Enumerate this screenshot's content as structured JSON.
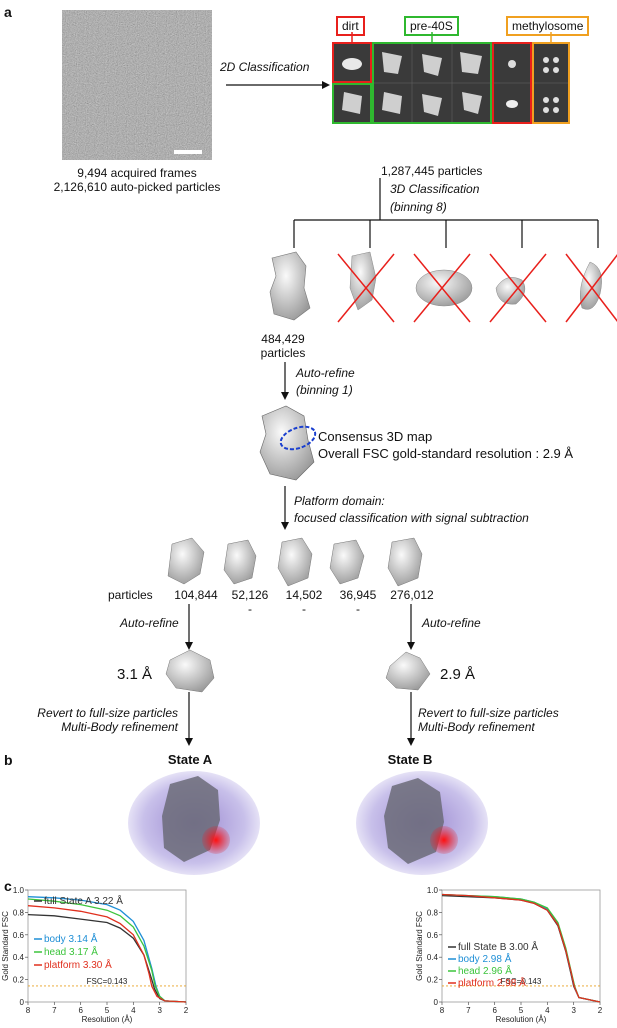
{
  "panels": {
    "a": "a",
    "b": "b",
    "c": "c"
  },
  "micrograph": {
    "line1": "9,494 acquired frames",
    "line2": "2,126,610 auto-picked particles"
  },
  "classification_2d": {
    "label": "2D Classification",
    "boxes": {
      "dirt": "dirt",
      "pre40s": "pre-40S",
      "methylosome": "methylosome"
    },
    "colors": {
      "dirt": "#e8201c",
      "pre40s": "#2fb82f",
      "methylosome": "#f0a020"
    }
  },
  "classification_3d": {
    "particles": "1,287,445 particles",
    "label": "3D Classification",
    "sub": "(binning 8)"
  },
  "selected_class": {
    "count": "484,429",
    "unit": "particles"
  },
  "autorefine1": {
    "label": "Auto-refine",
    "sub": "(binning 1)"
  },
  "consensus": {
    "line1": "Consensus 3D map",
    "line2": "Overall FSC gold-standard resolution : 2.9 Å"
  },
  "platform": {
    "line1": "Platform domain:",
    "line2": "focused classification with signal subtraction"
  },
  "classes": {
    "label": "particles",
    "counts": [
      "104,844",
      "52,126",
      "14,502",
      "36,945",
      "276,012"
    ],
    "dash": "-"
  },
  "state_a": {
    "refine": "Auto-refine",
    "res": "3.1 Å",
    "revert1": "Revert to full-size particles",
    "revert2": "Multi-Body refinement",
    "title": "State A"
  },
  "state_b": {
    "refine": "Auto-refine",
    "res": "2.9 Å",
    "revert1": "Revert to full-size particles",
    "revert2": "Multi-Body refinement",
    "title": "State B"
  },
  "fsc_left": {
    "ylabel": "Gold Standard FSC",
    "xlabel": "Resolution (Å)",
    "xticks": [
      "8",
      "7",
      "6",
      "5",
      "4",
      "3",
      "2"
    ],
    "yticks": [
      "0",
      "0.2",
      "0.4",
      "0.6",
      "0.8",
      "1.0"
    ],
    "legend": [
      {
        "text": "full State A 3.22 Å",
        "color": "#333333"
      },
      {
        "text": "body 3.14 Å",
        "color": "#1f8fd6"
      },
      {
        "text": "head 3.17 Å",
        "color": "#3cc43c"
      },
      {
        "text": "platform 3.30 Å",
        "color": "#e0301e"
      }
    ],
    "threshold": "FSC=0.143"
  },
  "fsc_right": {
    "ylabel": "Gold Standard FSC",
    "xlabel": "Resolution (Å)",
    "xticks": [
      "8",
      "7",
      "6",
      "5",
      "4",
      "3",
      "2"
    ],
    "yticks": [
      "0",
      "0.2",
      "0.4",
      "0.6",
      "0.8",
      "1.0"
    ],
    "legend": [
      {
        "text": "full State B 3.00 Å",
        "color": "#333333"
      },
      {
        "text": "body 2.98 Å",
        "color": "#1f8fd6"
      },
      {
        "text": "head 2.96 Å",
        "color": "#3cc43c"
      },
      {
        "text": "platform 2.98 Å",
        "color": "#e0301e"
      }
    ],
    "threshold": "FSC=0.143"
  },
  "chart_data": [
    {
      "type": "line",
      "xlabel": "Resolution (Å)",
      "ylabel": "Gold Standard FSC",
      "xlim": [
        8,
        2
      ],
      "ylim": [
        0,
        1.0
      ],
      "series": [
        {
          "name": "full State A 3.22 Å",
          "x": [
            8,
            7,
            6,
            5,
            4.5,
            4,
            3.6,
            3.3,
            3.2,
            3.0,
            2.8,
            2.0
          ],
          "y": [
            0.78,
            0.77,
            0.74,
            0.71,
            0.66,
            0.57,
            0.42,
            0.2,
            0.12,
            0.03,
            0.01,
            0.0
          ]
        },
        {
          "name": "body 3.14 Å",
          "x": [
            8,
            7,
            6,
            5,
            4.5,
            4,
            3.6,
            3.3,
            3.14,
            3.0,
            2.8,
            2.0
          ],
          "y": [
            0.94,
            0.93,
            0.91,
            0.87,
            0.82,
            0.72,
            0.55,
            0.3,
            0.14,
            0.05,
            0.01,
            0.0
          ]
        },
        {
          "name": "head 3.17 Å",
          "x": [
            8,
            7,
            6,
            5,
            4.5,
            4,
            3.6,
            3.3,
            3.17,
            3.0,
            2.8,
            2.0
          ],
          "y": [
            0.92,
            0.9,
            0.87,
            0.82,
            0.77,
            0.67,
            0.5,
            0.28,
            0.14,
            0.05,
            0.01,
            0.0
          ]
        },
        {
          "name": "platform 3.30 Å",
          "x": [
            8,
            7,
            6,
            5,
            4.5,
            4,
            3.6,
            3.4,
            3.3,
            3.1,
            2.8,
            2.0
          ],
          "y": [
            0.86,
            0.84,
            0.81,
            0.76,
            0.7,
            0.6,
            0.42,
            0.25,
            0.14,
            0.05,
            0.01,
            0.0
          ]
        }
      ],
      "threshold": 0.143
    },
    {
      "type": "line",
      "xlabel": "Resolution (Å)",
      "ylabel": "Gold Standard FSC",
      "xlim": [
        8,
        2
      ],
      "ylim": [
        0,
        1.0
      ],
      "series": [
        {
          "name": "full State B 3.00 Å",
          "x": [
            8,
            7,
            6,
            5,
            4.5,
            4,
            3.6,
            3.3,
            3.1,
            3.0,
            2.8,
            2.0
          ],
          "y": [
            0.95,
            0.94,
            0.93,
            0.91,
            0.88,
            0.82,
            0.68,
            0.45,
            0.25,
            0.14,
            0.04,
            0.0
          ]
        },
        {
          "name": "body 2.98 Å",
          "x": [
            8,
            7,
            6,
            5,
            4.5,
            4,
            3.6,
            3.3,
            3.1,
            2.98,
            2.8,
            2.0
          ],
          "y": [
            0.96,
            0.95,
            0.94,
            0.92,
            0.89,
            0.83,
            0.7,
            0.47,
            0.27,
            0.14,
            0.04,
            0.0
          ]
        },
        {
          "name": "head 2.96 Å",
          "x": [
            8,
            7,
            6,
            5,
            4.5,
            4,
            3.6,
            3.3,
            3.1,
            2.96,
            2.8,
            2.0
          ],
          "y": [
            0.96,
            0.95,
            0.94,
            0.92,
            0.89,
            0.84,
            0.71,
            0.48,
            0.28,
            0.14,
            0.04,
            0.0
          ]
        },
        {
          "name": "platform 2.98 Å",
          "x": [
            8,
            7,
            6,
            5,
            4.5,
            4,
            3.6,
            3.3,
            3.1,
            2.98,
            2.8,
            2.0
          ],
          "y": [
            0.96,
            0.95,
            0.93,
            0.91,
            0.88,
            0.82,
            0.69,
            0.46,
            0.27,
            0.14,
            0.04,
            0.0
          ]
        }
      ],
      "threshold": 0.143
    }
  ]
}
